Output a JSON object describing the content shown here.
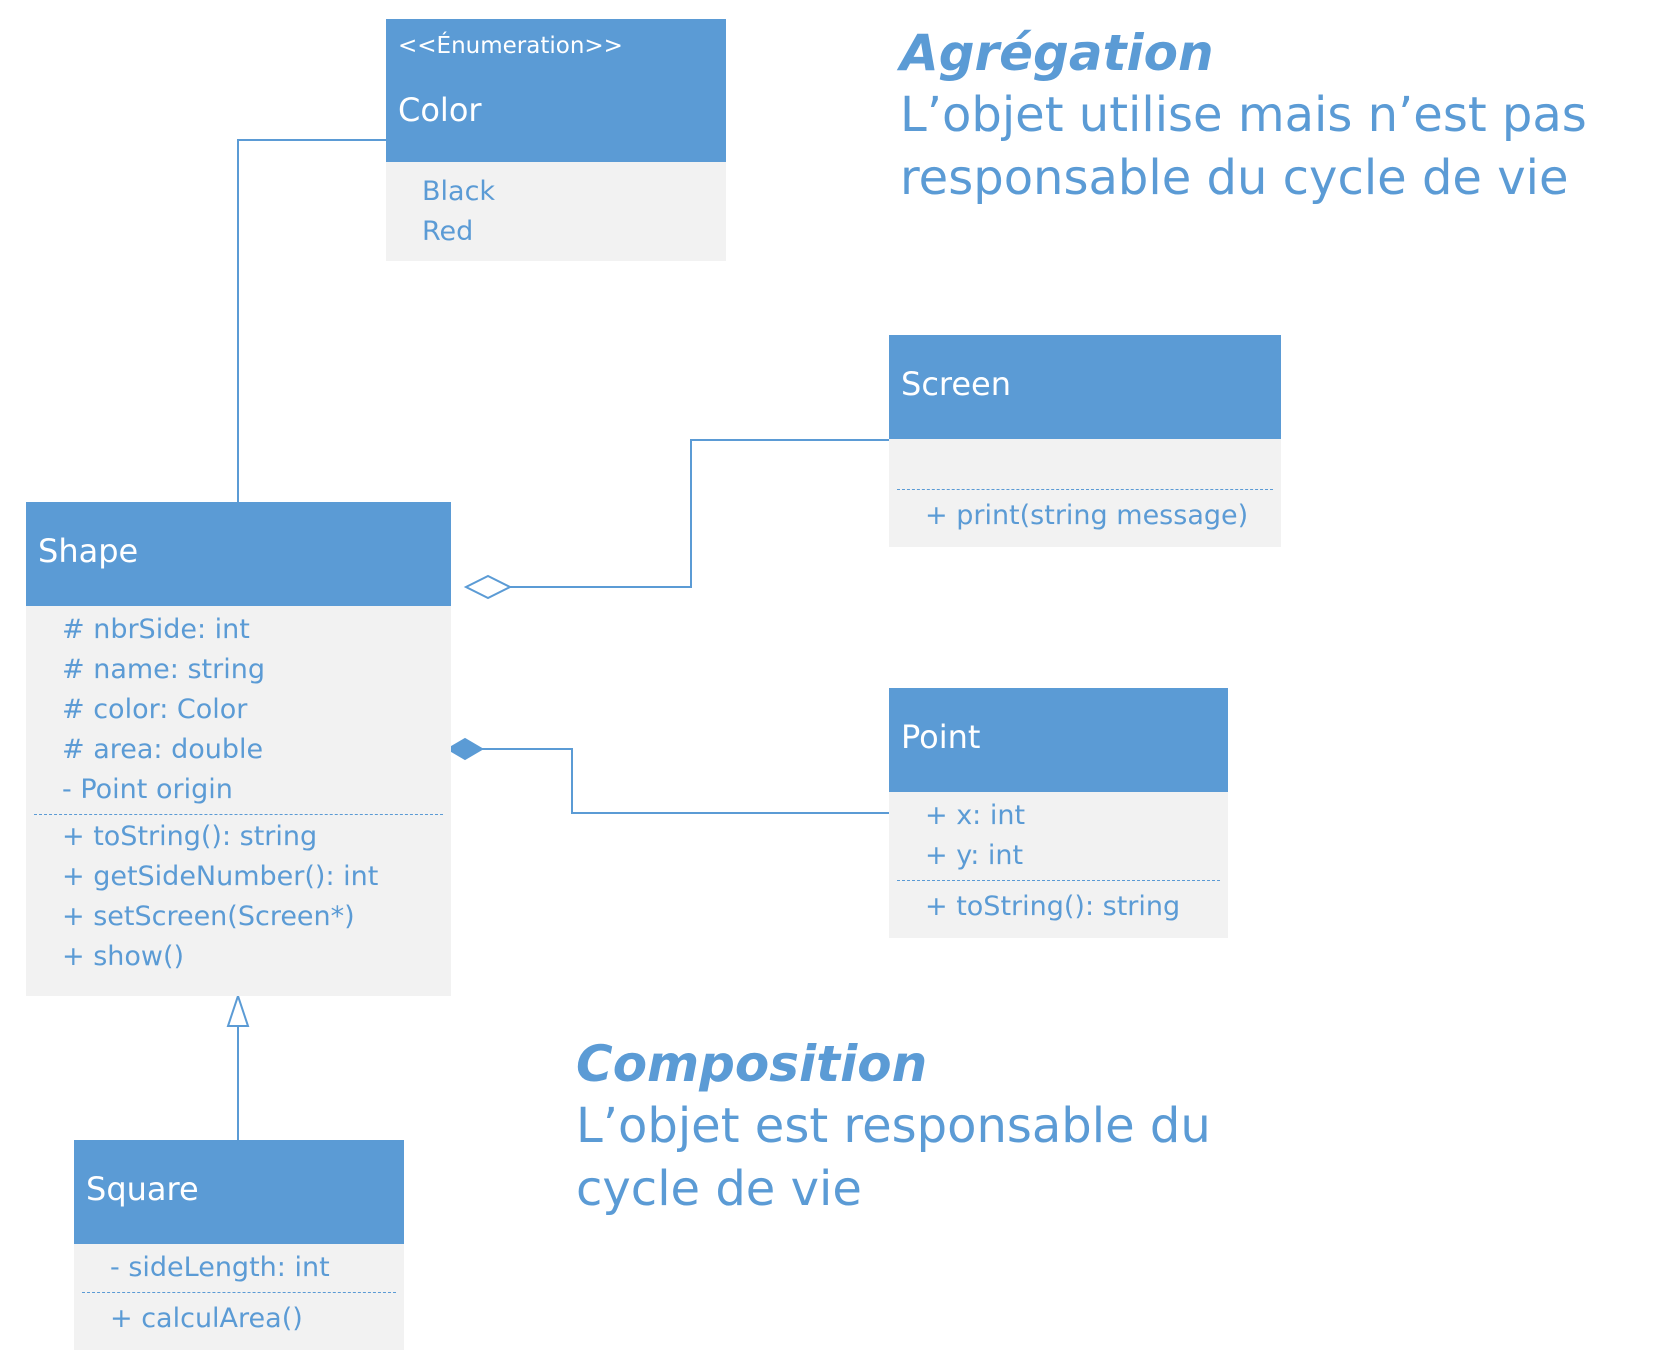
{
  "colors": {
    "accent": "#5b9bd5",
    "body": "#f2f2f2",
    "header_text": "#ffffff"
  },
  "classes": {
    "color": {
      "stereotype": "<<Énumeration>>",
      "name": "Color",
      "values": [
        "Black",
        "Red"
      ]
    },
    "screen": {
      "name": "Screen",
      "attributes": [],
      "methods": [
        "+ print(string message)"
      ]
    },
    "shape": {
      "name": "Shape",
      "attributes": [
        "# nbrSide: int",
        "# name: string",
        "# color: Color",
        "# area: double",
        "- Point origin"
      ],
      "methods": [
        "+ toString(): string",
        "+ getSideNumber(): int",
        "+ setScreen(Screen*)",
        "+ show()"
      ]
    },
    "point": {
      "name": "Point",
      "attributes": [
        "+ x: int",
        "+ y: int"
      ],
      "methods": [
        "+ toString(): string"
      ]
    },
    "square": {
      "name": "Square",
      "attributes": [
        "- sideLength: int"
      ],
      "methods": [
        "+ calculArea()"
      ]
    }
  },
  "notes": {
    "aggregation": {
      "title": "Agrégation",
      "lines": [
        "L’objet utilise mais n’est pas",
        "responsable du cycle de vie"
      ]
    },
    "composition": {
      "title": "Composition",
      "lines": [
        "L’objet est responsable du",
        "cycle de vie"
      ]
    }
  }
}
